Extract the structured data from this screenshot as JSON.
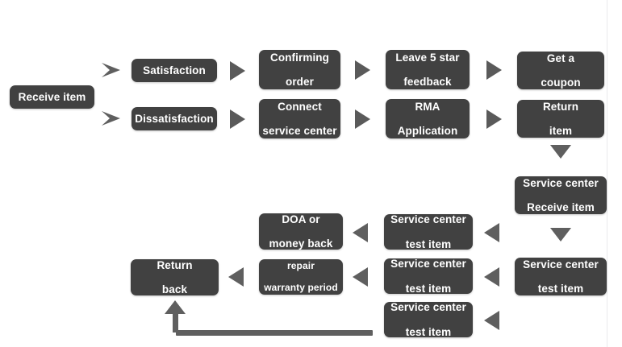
{
  "diagram": {
    "title": "Receive item process flow",
    "background_color": "#ffffff",
    "node_color": "#414141",
    "node_text_color": "#ffffff",
    "arrow_color": "#5f5f5f",
    "divider_color": "#e9eaec"
  },
  "nodes": {
    "receive_item": "Receive item",
    "satisfaction": "Satisfaction",
    "dissatisfaction": "Dissatisfaction",
    "confirming_order_l1": "Confirming",
    "confirming_order_l2": "order",
    "connect_service_center_l1": "Connect",
    "connect_service_center_l2": "service center",
    "leave_feedback_l1": "Leave 5 star",
    "leave_feedback_l2": "feedback",
    "rma_application_l1": "RMA",
    "rma_application_l2": "Application",
    "get_coupon_l1": "Get a",
    "get_coupon_l2": "coupon",
    "return_item_l1": "Return",
    "return_item_l2": "item",
    "sc_receive_item_l1": "Service center",
    "sc_receive_item_l2": "Receive item",
    "sc_test_item_right_l1": "Service center",
    "sc_test_item_right_l2": "test item",
    "sc_test_item_1_l1": "Service center",
    "sc_test_item_1_l2": "test item",
    "sc_test_item_2_l1": "Service center",
    "sc_test_item_2_l2": "test item",
    "sc_test_item_3_l1": "Service center",
    "sc_test_item_3_l2": "test item",
    "doa_money_back_l1": "DOA or",
    "doa_money_back_l2": "money back",
    "repair_warranty_l1": "repair",
    "repair_warranty_l2": "warranty period",
    "return_back_l1": "Return",
    "return_back_l2": "back"
  },
  "connectors": {
    "receive_to_satisfaction": "chevron-right-arrow",
    "receive_to_dissatisfaction": "chevron-right-arrow",
    "satisfaction_to_confirming": "right-arrow",
    "dissatisfaction_to_connect": "right-arrow",
    "confirming_to_feedback": "right-arrow",
    "connect_to_rma": "right-arrow",
    "feedback_to_coupon": "right-arrow",
    "rma_to_return_item": "right-arrow",
    "return_item_to_sc_receive": "down-arrow",
    "sc_receive_to_sc_test": "down-arrow",
    "sc_test_to_test1": "left-arrow",
    "test1_to_doa": "left-arrow",
    "test2_to_repair": "left-arrow",
    "repair_to_return_back": "left-arrow",
    "test3_to_loop": "left-arrow",
    "loop_back_to_return_back": "loop-up-arrow"
  }
}
